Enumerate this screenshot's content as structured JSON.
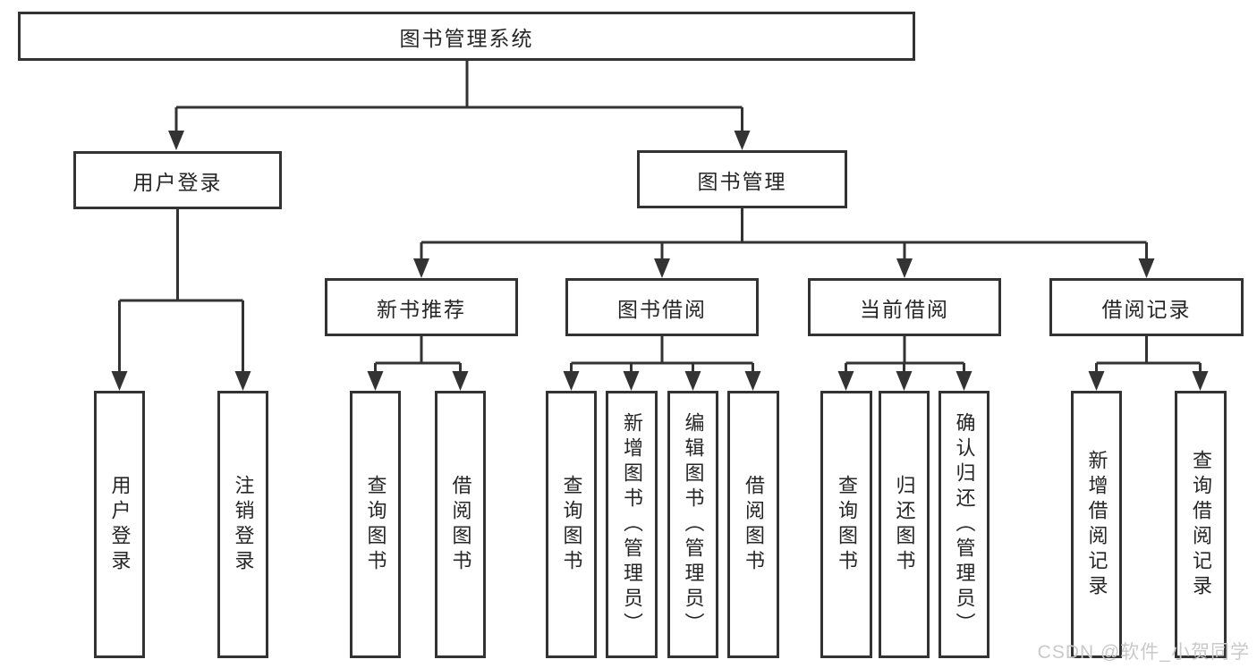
{
  "diagram": {
    "title": "图书管理系统",
    "branches": [
      {
        "label": "用户登录",
        "children": [
          {
            "label": "用户登录"
          },
          {
            "label": "注销登录"
          }
        ]
      },
      {
        "label": "图书管理",
        "children": [
          {
            "label": "新书推荐",
            "children": [
              {
                "label": "查询图书"
              },
              {
                "label": "借阅图书"
              }
            ]
          },
          {
            "label": "图书借阅",
            "children": [
              {
                "label": "查询图书"
              },
              {
                "label": "新增图书（管理员）"
              },
              {
                "label": "编辑图书（管理员）"
              },
              {
                "label": "借阅图书"
              }
            ]
          },
          {
            "label": "当前借阅",
            "children": [
              {
                "label": "查询图书"
              },
              {
                "label": "归还图书"
              },
              {
                "label": "确认归还（管理员）"
              }
            ]
          },
          {
            "label": "借阅记录",
            "children": [
              {
                "label": "新增借阅记录"
              },
              {
                "label": "查询借阅记录"
              }
            ]
          }
        ]
      }
    ]
  },
  "watermark": {
    "text": "CSDN @软件_小贺同学"
  },
  "colors": {
    "line": "#333333",
    "node_border": "#333333",
    "node_text": "#262626",
    "watermark": "#c9c9c9",
    "background": "#ffffff"
  }
}
